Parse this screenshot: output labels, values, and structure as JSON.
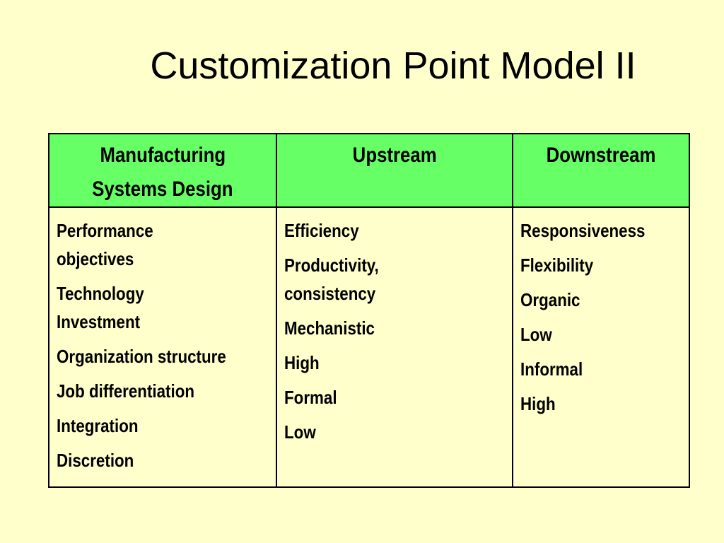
{
  "slide": {
    "title": "Customization Point Model II"
  },
  "table": {
    "headers": [
      [
        "Manufacturing",
        "Systems Design"
      ],
      [
        "Upstream"
      ],
      [
        "Downstream"
      ]
    ],
    "columns": {
      "criteria": [
        [
          "Performance",
          "objectives"
        ],
        [
          "Technology",
          "Investment"
        ],
        [
          "Organization structure"
        ],
        [
          "Job differentiation"
        ],
        [
          "Integration"
        ],
        [
          "Discretion"
        ]
      ],
      "upstream": [
        [
          "Efficiency"
        ],
        [
          "Productivity,",
          "consistency"
        ],
        [
          "Mechanistic"
        ],
        [
          "High"
        ],
        [
          "Formal"
        ],
        [
          "Low"
        ]
      ],
      "downstream": [
        [
          "Responsiveness"
        ],
        [
          "Flexibility"
        ],
        [
          "Organic"
        ],
        [
          "Low"
        ],
        [
          "Informal"
        ],
        [
          "High"
        ]
      ]
    }
  },
  "colors": {
    "background": "#ffffcc",
    "header_fill": "#66ff66",
    "border": "#000000"
  }
}
